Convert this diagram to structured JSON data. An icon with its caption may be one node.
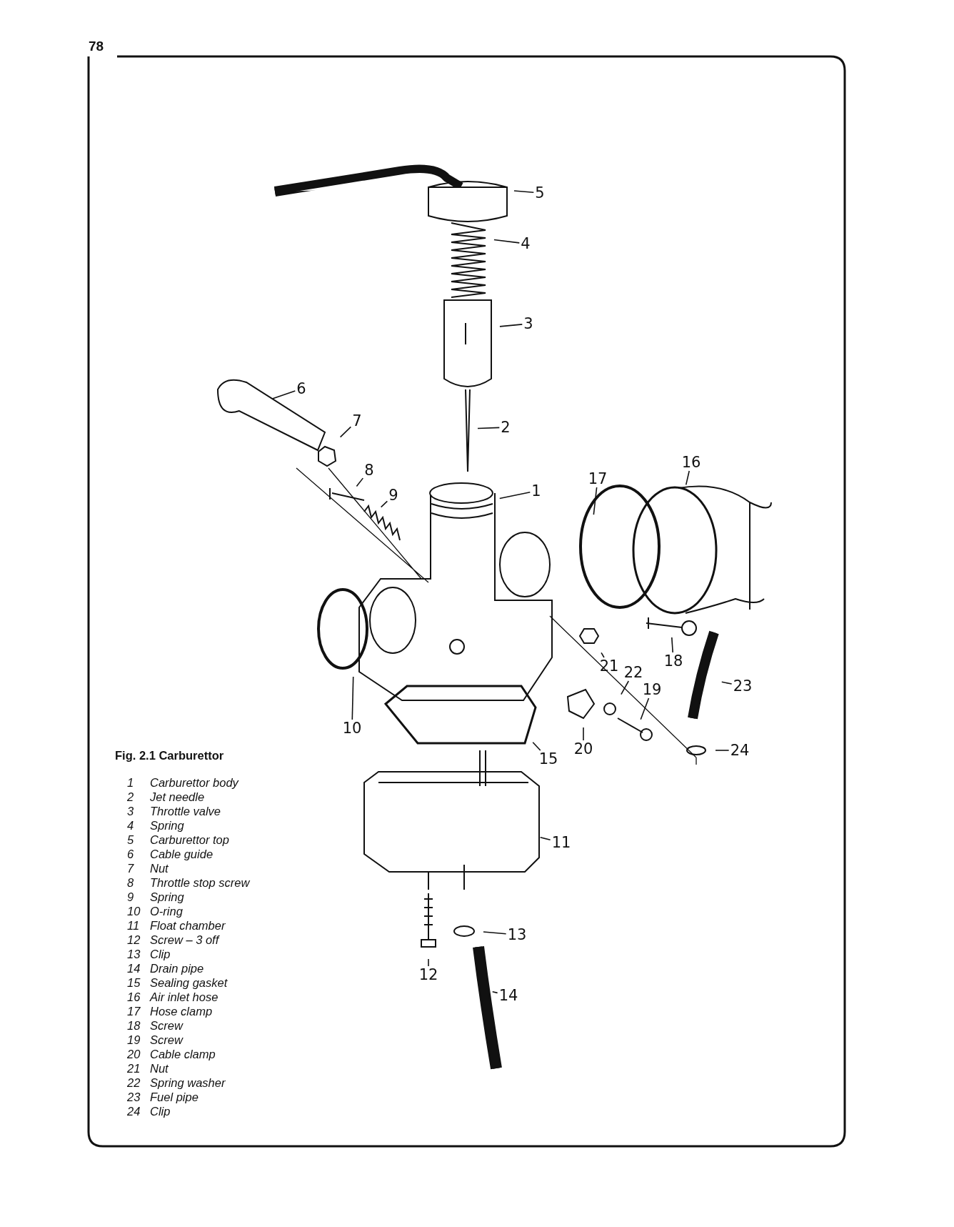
{
  "diagram": {
    "title": "Fig. 2.1 Carburettor",
    "nodes": [
      {
        "text": [
          "5"
        ]
      },
      {
        "text": [
          "4"
        ]
      },
      {
        "text": [
          "3"
        ]
      },
      {
        "text": [
          "6"
        ]
      },
      {
        "text": [
          "7"
        ]
      },
      {
        "text": [
          "2"
        ]
      },
      {
        "text": [
          "8"
        ]
      },
      {
        "text": [
          "9"
        ]
      },
      {
        "text": [
          "1"
        ]
      },
      {
        "text": [
          "17"
        ]
      },
      {
        "text": [
          "16"
        ]
      },
      {
        "text": [
          "21"
        ]
      },
      {
        "text": [
          "18"
        ]
      },
      {
        "text": [
          "22"
        ]
      },
      {
        "text": [
          "19"
        ]
      },
      {
        "text": [
          "23"
        ]
      },
      {
        "text": [
          "20"
        ]
      },
      {
        "text": [
          "15"
        ]
      },
      {
        "text": [
          "10"
        ]
      },
      {
        "text": [
          "24"
        ]
      },
      {
        "text": [
          "11"
        ]
      },
      {
        "text": [
          "13"
        ]
      },
      {
        "text": [
          "12"
        ]
      },
      {
        "text": [
          "14"
        ]
      }
    ],
    "edges": [
      {
        "from": 0,
        "to": null,
        "arrow": "none"
      },
      {
        "from": 1,
        "to": null,
        "arrow": "none"
      },
      {
        "from": 2,
        "to": null,
        "arrow": "none"
      },
      {
        "from": 3,
        "to": null,
        "arrow": "none"
      },
      {
        "from": 4,
        "to": null,
        "arrow": "none"
      },
      {
        "from": 5,
        "to": null,
        "arrow": "none"
      },
      {
        "from": 6,
        "to": null,
        "arrow": "none"
      },
      {
        "from": 7,
        "to": null,
        "arrow": "none"
      },
      {
        "from": 8,
        "to": null,
        "arrow": "none"
      },
      {
        "from": 9,
        "to": null,
        "arrow": "none"
      },
      {
        "from": 10,
        "to": null,
        "arrow": "none"
      },
      {
        "from": 11,
        "to": null,
        "arrow": "none"
      },
      {
        "from": 12,
        "to": null,
        "arrow": "none"
      },
      {
        "from": 13,
        "to": null,
        "arrow": "none"
      },
      {
        "from": 14,
        "to": null,
        "arrow": "none"
      },
      {
        "from": 15,
        "to": null,
        "arrow": "none"
      },
      {
        "from": 16,
        "to": null,
        "arrow": "none"
      },
      {
        "from": 17,
        "to": null,
        "arrow": "none"
      },
      {
        "from": 18,
        "to": null,
        "arrow": "none"
      },
      {
        "from": 19,
        "to": null,
        "arrow": "none"
      },
      {
        "from": 20,
        "to": null,
        "arrow": "none"
      },
      {
        "from": 21,
        "to": null,
        "arrow": "none"
      },
      {
        "from": 22,
        "to": null,
        "arrow": "none"
      },
      {
        "from": 23,
        "to": null,
        "arrow": "none"
      }
    ],
    "labels": [
      "78",
      "1",
      "Carburettor body",
      "2",
      "Jet needle",
      "3",
      "Throttle valve",
      "4",
      "Spring",
      "5",
      "Carburettor top",
      "6",
      "Cable guide",
      "7",
      "Nut",
      "8",
      "Throttle stop screw",
      "9",
      "Spring",
      "10",
      "O-ring",
      "11",
      "Float chamber",
      "12",
      "Screw – 3 off",
      "13",
      "Clip",
      "14",
      "Drain pipe",
      "15",
      "Sealing gasket",
      "16",
      "Air inlet hose",
      "17",
      "Hose clamp",
      "18",
      "Screw",
      "19",
      "Screw",
      "20",
      "Cable clamp",
      "21",
      "Nut",
      "22",
      "Spring washer",
      "23",
      "Fuel pipe",
      "24",
      "Clip"
    ]
  }
}
